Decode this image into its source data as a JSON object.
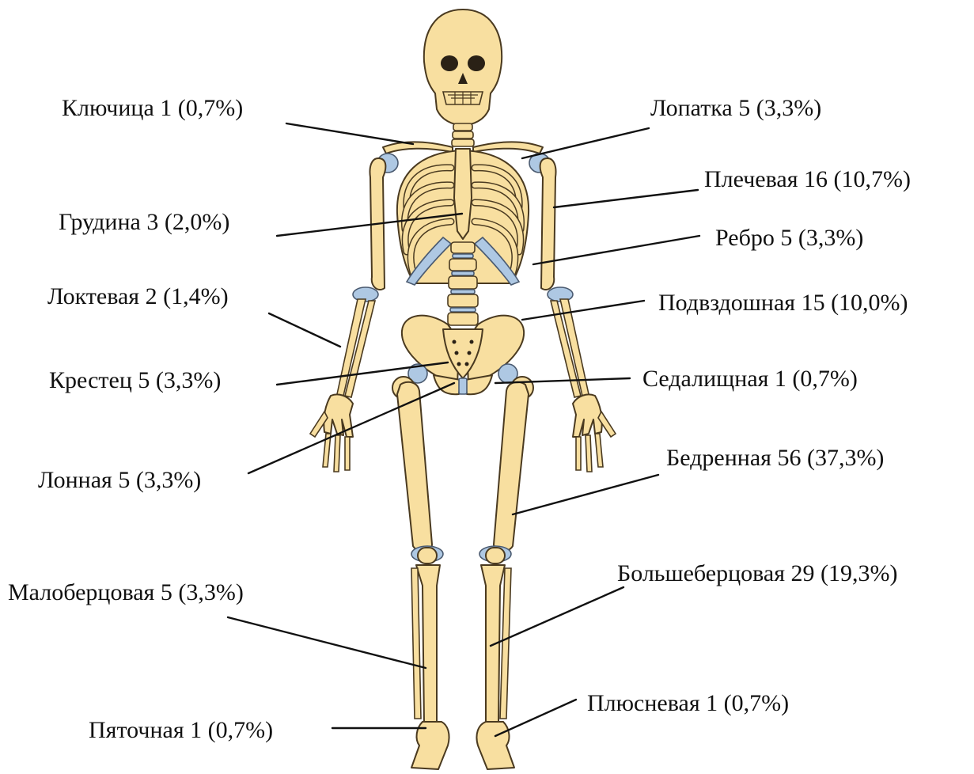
{
  "labels": {
    "clavicle": "Ключица 1 (0,7%)",
    "scapula": "Лопатка 5 (3,3%)",
    "humerus": "Плечевая 16 (10,7%)",
    "sternum": "Грудина 3 (2,0%)",
    "rib": "Ребро 5 (3,3%)",
    "ulna": "Локтевая 2 (1,4%)",
    "ilium": "Подвздошная 15 (10,0%)",
    "sacrum": "Крестец 5 (3,3%)",
    "ischium": "Седалищная 1 (0,7%)",
    "pubis": "Лонная 5 (3,3%)",
    "femur": "Бедренная 56 (37,3%)",
    "fibula": "Малоберцовая 5 (3,3%)",
    "tibia": "Большеберцовая 29 (19,3%)",
    "calcaneus": "Пяточная 1 (0,7%)",
    "metatarsal": "Плюсневая 1 (0,7%)"
  },
  "colors": {
    "bone": "#f8dfa0",
    "cartilage": "#aec8e3",
    "outline": "#4a3a20",
    "text": "#111111"
  }
}
